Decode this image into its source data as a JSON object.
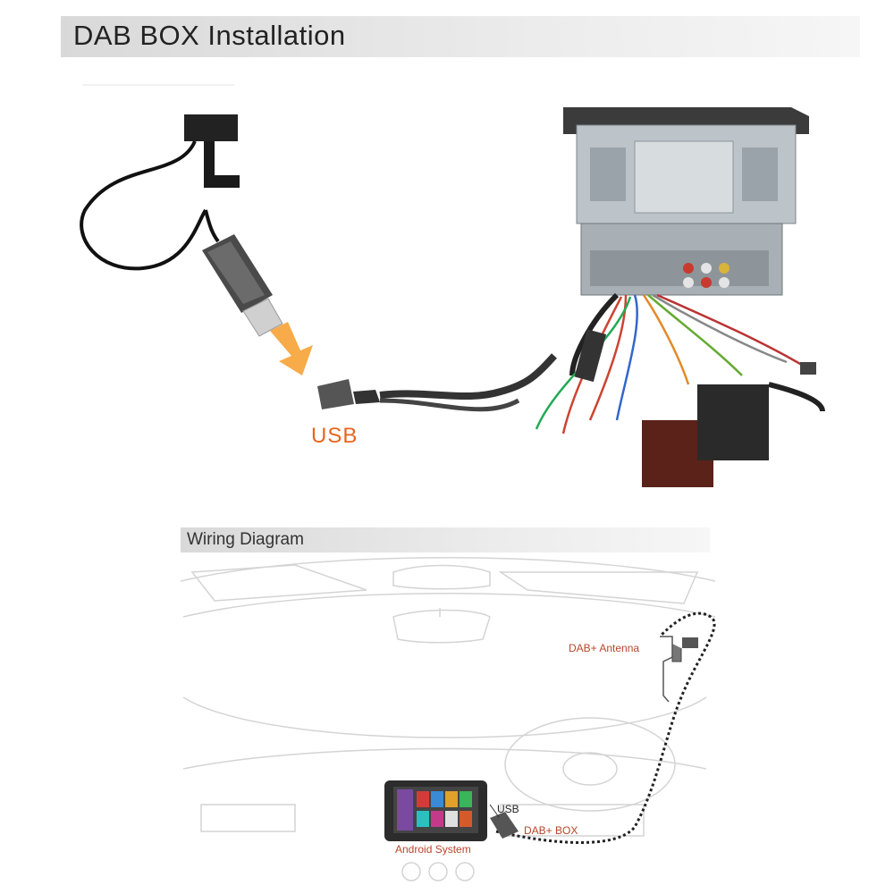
{
  "header": {
    "title": "DAB BOX Installation"
  },
  "install": {
    "usb_label": "USB"
  },
  "wiring": {
    "title": "Wiring Diagram",
    "antenna_label": "DAB+ Antenna",
    "usb_label": "USB",
    "box_label": "DAB+ BOX",
    "system_label": "Android System"
  },
  "colors": {
    "accent": "#e8641e",
    "diagram_label": "#b8452a",
    "header_bg": "#dcdcdc"
  }
}
